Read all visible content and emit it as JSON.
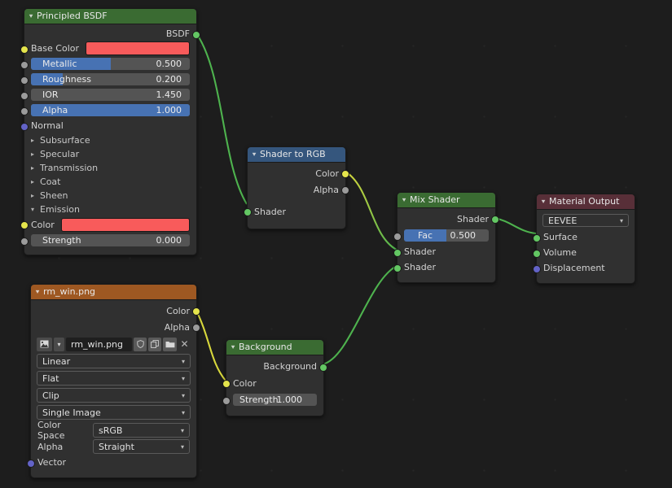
{
  "app": {
    "editor": "blender-shader-node-editor",
    "background_color": "#1d1d1d"
  },
  "colors": {
    "header_shader_green": "#3a6b32",
    "header_converter_blue": "#35567d",
    "header_output_maroon": "#582f38",
    "header_texture_orange": "#9e5822",
    "slider_blue": "#4772b3",
    "swatch_red": "#f85b5b",
    "socket_shader": "#63c763",
    "socket_color": "#e5e54c",
    "socket_value": "#9b9b9b",
    "socket_vector": "#6363c7",
    "wire_shader": "#4eb34e",
    "wire_color": "#d8d83c"
  },
  "nodes": {
    "principled_bsdf": {
      "title": "Principled BSDF",
      "outputs": [
        {
          "label": "BSDF",
          "type": "shader"
        }
      ],
      "props": [
        {
          "label": "Base Color",
          "kind": "swatch",
          "color": "#f85b5b",
          "socket": "color"
        },
        {
          "label": "Metallic",
          "kind": "slider",
          "value": "0.500",
          "fill": 50,
          "socket": "value"
        },
        {
          "label": "Roughness",
          "kind": "slider",
          "value": "0.200",
          "fill": 20,
          "socket": "value"
        },
        {
          "label": "IOR",
          "kind": "slider",
          "value": "1.450",
          "fill": 0,
          "socket": "value"
        },
        {
          "label": "Alpha",
          "kind": "slider",
          "value": "1.000",
          "fill": 100,
          "socket": "value"
        },
        {
          "label": "Normal",
          "kind": "socket-only",
          "socket": "vector"
        }
      ],
      "sections": [
        {
          "label": "Subsurface",
          "expanded": false
        },
        {
          "label": "Specular",
          "expanded": false
        },
        {
          "label": "Transmission",
          "expanded": false
        },
        {
          "label": "Coat",
          "expanded": false
        },
        {
          "label": "Sheen",
          "expanded": false
        },
        {
          "label": "Emission",
          "expanded": true
        }
      ],
      "emission_props": [
        {
          "label": "Color",
          "kind": "swatch",
          "color": "#f85b5b",
          "socket": "color"
        },
        {
          "label": "Strength",
          "kind": "slider",
          "value": "0.000",
          "fill": 0,
          "socket": "value"
        }
      ]
    },
    "shader_to_rgb": {
      "title": "Shader to RGB",
      "outputs": [
        {
          "label": "Color",
          "type": "color"
        },
        {
          "label": "Alpha",
          "type": "value"
        }
      ],
      "inputs": [
        {
          "label": "Shader",
          "type": "shader"
        }
      ]
    },
    "mix_shader": {
      "title": "Mix Shader",
      "outputs": [
        {
          "label": "Shader",
          "type": "shader"
        }
      ],
      "fac": {
        "label": "Fac",
        "value": "0.500",
        "fill": 50
      },
      "inputs": [
        {
          "label": "Shader",
          "type": "shader"
        },
        {
          "label": "Shader",
          "type": "shader"
        }
      ]
    },
    "material_output": {
      "title": "Material Output",
      "engine_dropdown": {
        "value": "EEVEE",
        "chevron": "chevron-down-icon"
      },
      "inputs": [
        {
          "label": "Surface",
          "type": "shader"
        },
        {
          "label": "Volume",
          "type": "shader"
        },
        {
          "label": "Displacement",
          "type": "vector"
        }
      ]
    },
    "image_texture": {
      "title": "rm_win.png",
      "outputs": [
        {
          "label": "Color",
          "type": "color"
        },
        {
          "label": "Alpha",
          "type": "value"
        }
      ],
      "toolbar": {
        "browse_icon": "image-datablock-icon",
        "browse_chevron": "chevron-down-icon",
        "filename": "rm_win.png",
        "shield_icon": "fake-user-shield-icon",
        "copy_icon": "new-copy-icon",
        "open_icon": "open-folder-icon",
        "close_icon": "unlink-x-icon"
      },
      "dropdowns": [
        {
          "name": "interpolation",
          "value": "Linear"
        },
        {
          "name": "projection",
          "value": "Flat"
        },
        {
          "name": "extension",
          "value": "Clip"
        },
        {
          "name": "source",
          "value": "Single Image"
        }
      ],
      "pairs": [
        {
          "label": "Color Space",
          "value": "sRGB"
        },
        {
          "label": "Alpha",
          "value": "Straight"
        }
      ],
      "inputs": [
        {
          "label": "Vector",
          "type": "vector"
        }
      ]
    },
    "background": {
      "title": "Background",
      "outputs": [
        {
          "label": "Background",
          "type": "shader"
        }
      ],
      "props": [
        {
          "label": "Color",
          "kind": "socket-only",
          "socket": "color"
        },
        {
          "label": "Strength",
          "kind": "slider",
          "value": "1.000",
          "fill": 0,
          "socket": "value"
        }
      ]
    }
  },
  "links": [
    {
      "from": "principled_bsdf.BSDF",
      "to": "shader_to_rgb.Shader",
      "color": "#4eb34e"
    },
    {
      "from": "shader_to_rgb.Color",
      "to": "mix_shader.Shader1",
      "color": "gradient-yellow-green"
    },
    {
      "from": "image_texture.Color",
      "to": "background.Color",
      "color": "#d8d83c"
    },
    {
      "from": "background.Background",
      "to": "mix_shader.Shader2",
      "color": "#4eb34e"
    },
    {
      "from": "mix_shader.Shader",
      "to": "material_output.Surface",
      "color": "#4eb34e"
    }
  ]
}
